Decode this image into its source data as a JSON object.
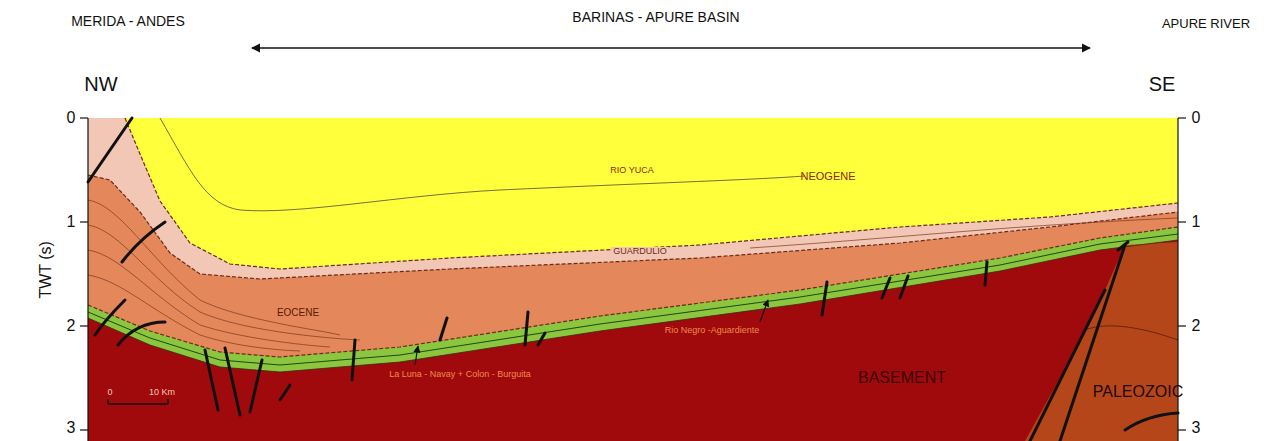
{
  "diagram": {
    "labels": [
      "MERIDA - ANDES",
      "BARINAS - APURE BASIN",
      "APURE RIVER",
      "NW",
      "SE",
      "TWT (s)",
      "0",
      "1",
      "2",
      "3",
      "0",
      "1",
      "2",
      "3",
      "RIO YUCA",
      "NEOGENE",
      "GUARDULIO",
      "EOCENE",
      "La Luna - Navay + Colon - Burguita",
      "Rio Negro -Aguardiente",
      "BASEMENT",
      "PALEOZOIC",
      "0",
      "10 Km"
    ]
  }
}
